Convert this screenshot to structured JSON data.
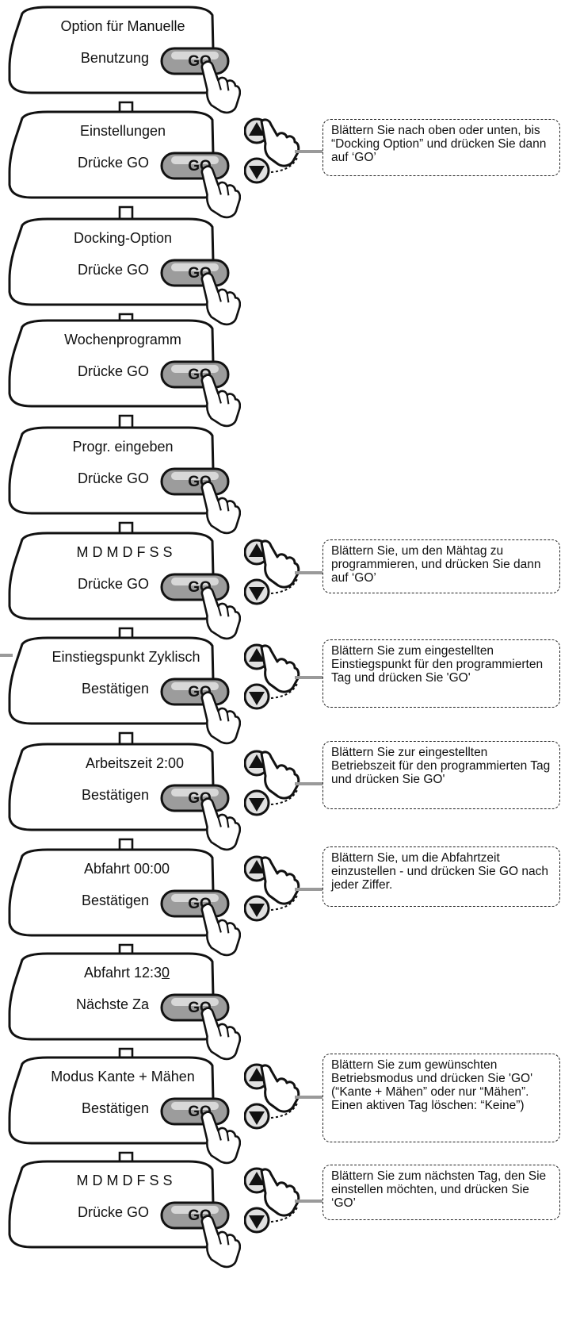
{
  "button_label": "GO",
  "colors": {
    "outline": "#111111",
    "button_fill": "#9c9c9c",
    "connector": "#9a9a9a",
    "background": "#ffffff"
  },
  "steps": [
    {
      "line1": "Option für Manuelle",
      "line2": "Benutzung",
      "note": ""
    },
    {
      "line1": "Einstellungen",
      "line2": "Drücke GO",
      "note": "Blättern Sie nach oben oder unten, bis “Docking Option” und drücken Sie dann auf ‘GO’"
    },
    {
      "line1": "Docking-Option",
      "line2": "Drücke GO",
      "note": ""
    },
    {
      "line1": "Wochenprogramm",
      "line2": "Drücke GO",
      "note": ""
    },
    {
      "line1": "Progr. eingeben",
      "line2": "Drücke GO",
      "note": ""
    },
    {
      "line1": "M D M D F S S",
      "line2": "Drücke GO",
      "note": "Blättern Sie, um den Mähtag zu programmieren, und drücken Sie dann auf ‘GO’"
    },
    {
      "line1": "Einstiegspunkt Zyklisch",
      "line2": "Bestätigen",
      "note": "Blättern Sie zum eingestellten Einstiegspunkt für den programmierten Tag und drücken Sie 'GO'"
    },
    {
      "line1": "Arbeitszeit   2:00",
      "line2": "Bestätigen",
      "note": "Blättern Sie zur eingestellten Betriebszeit für den programmierten Tag und drücken Sie GO'"
    },
    {
      "line1": "Abfahrt  00:00",
      "line2": "Bestätigen",
      "note": "Blättern Sie, um die Abfahrtzeit einzustellen - und drücken Sie GO nach jeder Ziffer."
    },
    {
      "line1": "Abfahrt  12:30",
      "line2": "Nächste Za",
      "note": ""
    },
    {
      "line1": "Modus Kante + Mähen",
      "line2": "Bestätigen",
      "note": "Blättern Sie zum gewünschten Betriebsmodus und drücken Sie 'GO' (“Kante + Mähen” oder nur “Mähen”. Einen aktiven Tag löschen: “Keine”)"
    },
    {
      "line1": "M D M D F S S",
      "line2": "Drücke GO",
      "note": "Blättern Sie zum nächsten Tag, den Sie einstellen möchten, und drücken Sie ‘GO’"
    }
  ]
}
